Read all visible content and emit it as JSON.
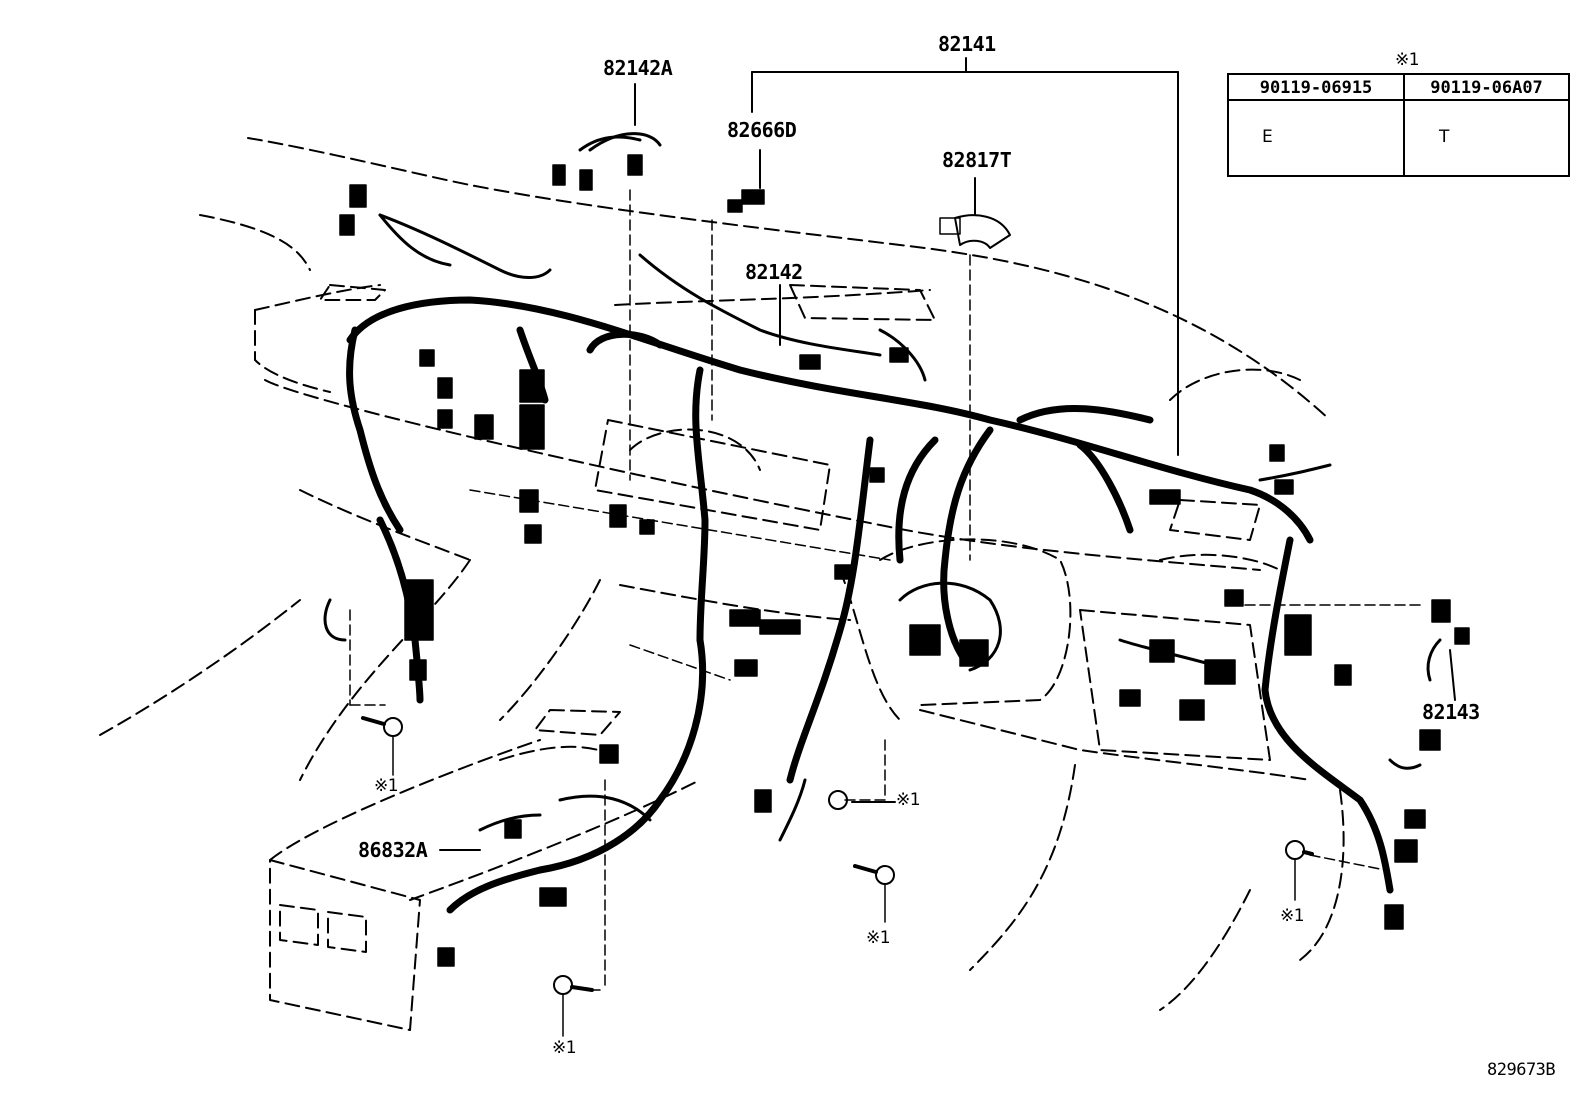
{
  "labels": {
    "harness_main": "82141",
    "harness_a": "82142A",
    "clamp_d": "82666D",
    "protector_t": "82817T",
    "harness_b": "82142",
    "harness_c": "82143",
    "harness_console": "86832A",
    "note_mark": "※1",
    "drawing_no": "829673B"
  },
  "fastener_table": {
    "mark": "※1",
    "col1_part": "90119-06915",
    "col1_symbol": "E",
    "col2_part": "90119-06A07",
    "col2_symbol": "T"
  }
}
